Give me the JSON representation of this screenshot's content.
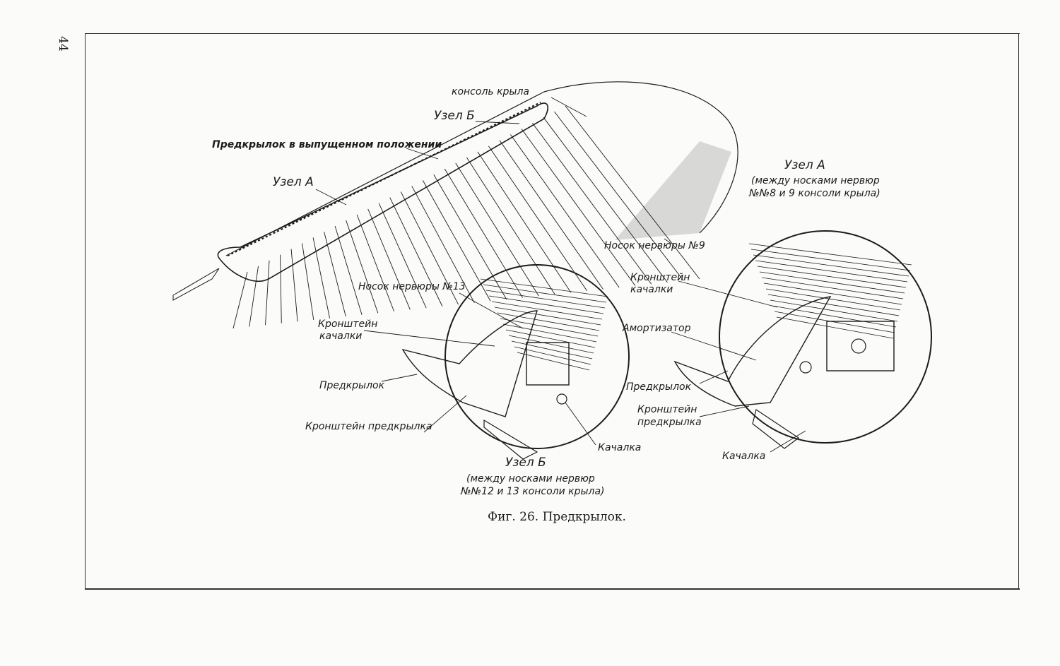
{
  "page": {
    "number": "44"
  },
  "figure": {
    "caption": "Фиг. 26. Предкрылок."
  },
  "labels": {
    "konsol": "консоль крыла",
    "uzel_b_top": "Узел Б",
    "predkrylok_vypushchen": "Предкрылок в выпущенном положении",
    "uzel_a_left": "Узел А",
    "nosok_9": "Носок нервюры №9",
    "nosok_13": "Носок нервюры №13",
    "kronshtein_kachalki_left_1": "Кронштейн",
    "kronshtein_kachalki_left_2": "качалки",
    "predkrylok_left": "Предкрылок",
    "kronshtein_predkrylka_left": "Кронштейн предкрылка",
    "kachalka_left": "Качалка",
    "kronshtein_kachalki_right_1": "Кронштейн",
    "kronshtein_kachalki_right_2": "качалки",
    "amortizator": "Амортизатор",
    "predkrylok_right": "Предкрылок",
    "kronshtein_predkrylka_right_1": "Кронштейн",
    "kronshtein_predkrylka_right_2": "предкрылка",
    "kachalka_right": "Качалка"
  },
  "details": {
    "uzel_a": {
      "title": "Узел А",
      "line1": "(между носками нервюр",
      "line2": "№№8 и 9 консоли крыла)"
    },
    "uzel_b": {
      "title": "Узел Б",
      "line1": "(между носками нервюр",
      "line2": "№№12 и 13 консоли крыла)"
    }
  },
  "colors": {
    "ink": "#1c1c1c",
    "paper": "#fbfbf9"
  }
}
